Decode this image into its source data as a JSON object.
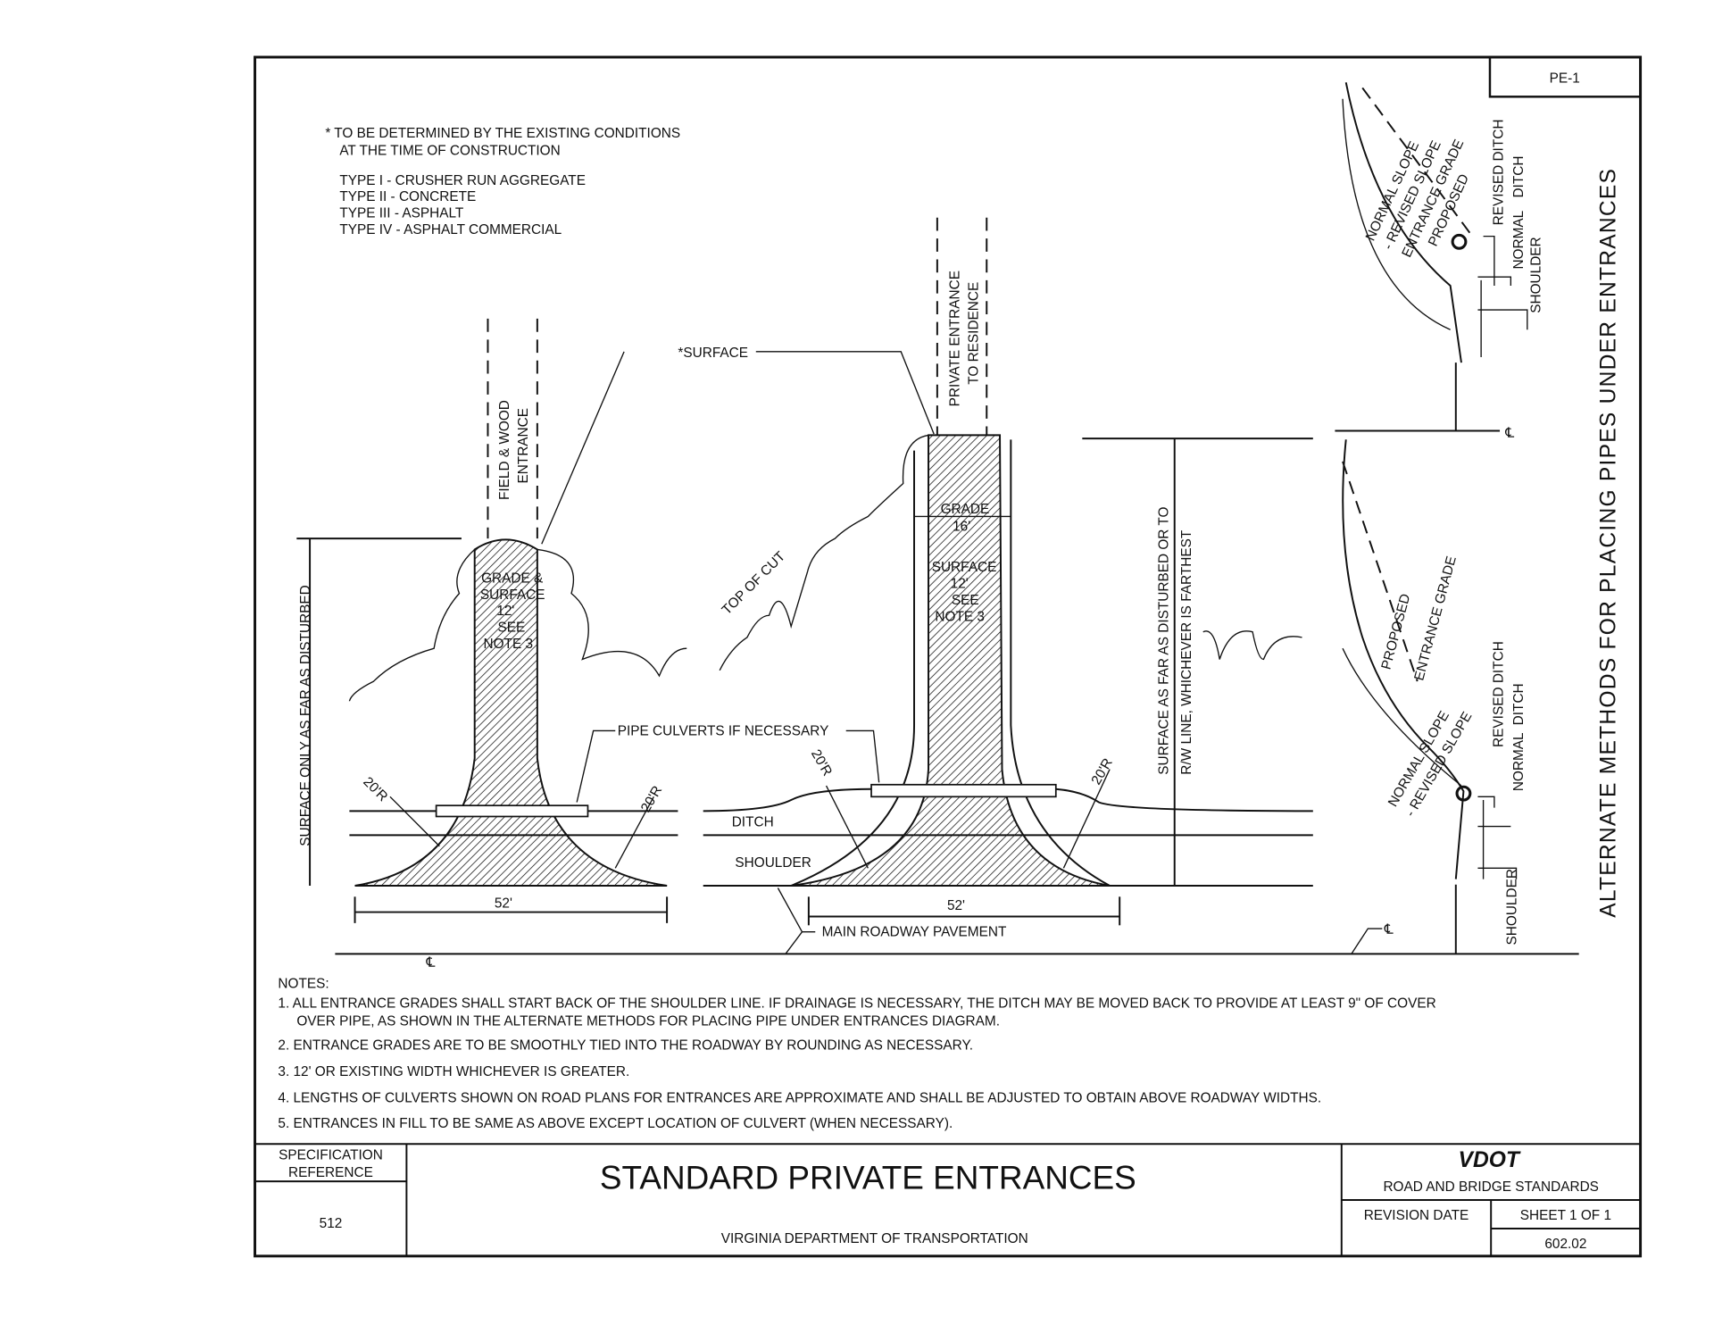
{
  "sheet_code": "PE-1",
  "legend": {
    "note_star": "* TO BE DETERMINED BY THE EXISTING CONDITIONS",
    "note_star_2": "AT THE TIME OF CONSTRUCTION",
    "types": [
      "TYPE I - CRUSHER RUN AGGREGATE",
      "TYPE II - CONCRETE",
      "TYPE III - ASPHALT",
      "TYPE IV - ASPHALT COMMERCIAL"
    ]
  },
  "labels": {
    "field_wood_1": "FIELD & WOOD",
    "field_wood_2": "ENTRANCE",
    "private_1": "PRIVATE ENTRANCE",
    "private_2": "TO RESIDENCE",
    "surface": "*SURFACE",
    "grade_surface_1": "GRADE &",
    "grade_surface_2": "SURFACE",
    "w12": "12'",
    "see": "SEE",
    "note3": "NOTE 3",
    "grade": "GRADE",
    "w16": "16'",
    "surface2": "SURFACE",
    "top_of_cut": "TOP OF CUT",
    "pipe_culverts": "PIPE CULVERTS IF NECESSARY",
    "r20": "20'R",
    "ditch": "DITCH",
    "shoulder": "SHOULDER",
    "w52": "52'",
    "main_roadway": "MAIN ROADWAY PAVEMENT",
    "centerline": "℄",
    "surface_only": "SURFACE ONLY AS FAR AS DISTURBED",
    "surface_far_1": "SURFACE AS FAR AS DISTURBED OR TO",
    "surface_far_2": "R/W LINE, WHICHEVER IS FARTHEST",
    "proposed_1": "PROPOSED",
    "proposed_2": "ENTRANCE GRADE",
    "revised_slope": "- REVISED SLOPE",
    "normal_slope": "NORMAL SLOPE",
    "revised_ditch": "REVISED DITCH",
    "normal_ditch_1": "NORMAL",
    "normal_ditch_2": "DITCH",
    "alt_title": "ALTERNATE METHODS FOR PLACING PIPES UNDER ENTRANCES"
  },
  "notes": {
    "heading": "NOTES:",
    "items": [
      "1. ALL ENTRANCE GRADES SHALL START BACK OF THE SHOULDER LINE. IF DRAINAGE IS NECESSARY, THE DITCH MAY BE MOVED BACK TO PROVIDE AT LEAST 9\" OF COVER",
      "OVER PIPE, AS SHOWN IN THE ALTERNATE METHODS FOR PLACING PIPE UNDER ENTRANCES DIAGRAM.",
      "2. ENTRANCE GRADES ARE TO BE SMOOTHLY TIED INTO THE ROADWAY BY ROUNDING AS NECESSARY.",
      "3. 12' OR EXISTING WIDTH WHICHEVER IS GREATER.",
      "4. LENGTHS OF CULVERTS SHOWN ON ROAD PLANS FOR ENTRANCES ARE APPROXIMATE AND SHALL BE ADJUSTED TO OBTAIN ABOVE ROADWAY WIDTHS.",
      "5. ENTRANCES IN FILL TO BE SAME AS ABOVE EXCEPT LOCATION OF CULVERT (WHEN NECESSARY)."
    ]
  },
  "title_block": {
    "spec_ref_1": "SPECIFICATION",
    "spec_ref_2": "REFERENCE",
    "spec_value": "512",
    "title": "STANDARD PRIVATE ENTRANCES",
    "agency": "VIRGINIA DEPARTMENT OF TRANSPORTATION",
    "logo": "VDOT",
    "standards": "ROAD AND BRIDGE STANDARDS",
    "revision_date": "REVISION DATE",
    "sheet": "SHEET  1  OF  1",
    "number": "602.02"
  }
}
